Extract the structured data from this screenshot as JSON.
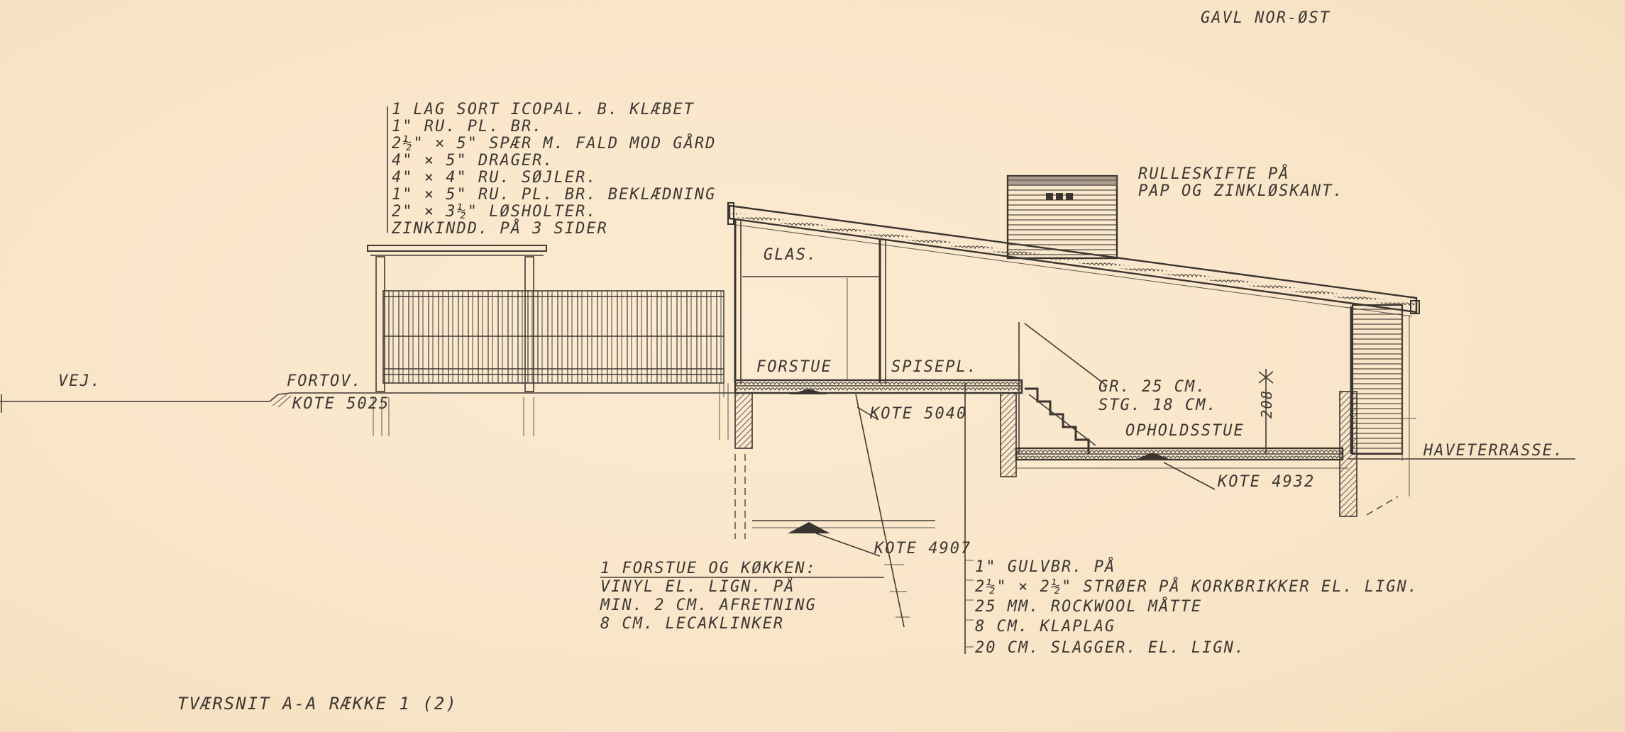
{
  "labels": {
    "gable": "GAVL NOR-ØST",
    "roof_layers": [
      "1 LAG SORT ICOPAL. B. KLÆBET",
      "1\" RU. PL. BR.",
      "2½\" × 5\" SPÆR M. FALD MOD GÅRD",
      "4\" × 5\" DRAGER.",
      "4\" × 4\" RU. SØJLER.",
      "1\" × 5\" RU. PL. BR. BEKLÆDNING",
      "2\" × 3½\" LØSHOLTER.",
      "ZINKINDD. PÅ 3 SIDER"
    ],
    "roof_note": [
      "RULLESKIFTE PÅ",
      "PAP OG ZINKLØSKANT."
    ],
    "glas": "GLAS.",
    "vej": "VEJ.",
    "fortov": "FORTOV.",
    "kote_fortov": "KOTE 5025",
    "forstue": "FORSTUE",
    "spisepl": "SPISEPL.",
    "kote_forstue": "KOTE 5040",
    "stair_1": "GR. 25 CM.",
    "stair_2": "STG. 18 CM.",
    "height_mark": "208",
    "opholdsstue": "OPHOLDSSTUE",
    "kote_stue": "KOTE 4932",
    "haveterrasse": "HAVETERRASSE.",
    "kote_fund": "KOTE 4907",
    "floor_forstue": [
      "1 FORSTUE OG KØKKEN:",
      "VINYL EL. LIGN. PÅ",
      "MIN. 2 CM. AFRETNING",
      "8 CM. LECAKLINKER"
    ],
    "floor_stue": [
      "1\" GULVBR. PÅ",
      "2½\" × 2½\" STRØER PÅ KORKBRIKKER EL. LIGN.",
      "25 MM. ROCKWOOL MÅTTE",
      "8 CM. KLAPLAG",
      "20 CM. SLAGGER. EL. LIGN."
    ],
    "title": "TVÆRSNIT A-A  RÆKKE 1 (2)"
  },
  "colors": {
    "paper": "#fae7cb",
    "ink": "#3d3833"
  }
}
